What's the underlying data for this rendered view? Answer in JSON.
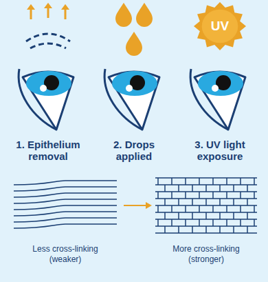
{
  "diagram": {
    "nodes": [
      {
        "text": [
          "UV"
        ]
      }
    ],
    "labels": [
      "1. Epithelium removal",
      "2. Drops applied",
      "3. UV light exposure",
      "Less cross-linking (weaker)",
      "More cross-linking (stronger)"
    ]
  }
}
